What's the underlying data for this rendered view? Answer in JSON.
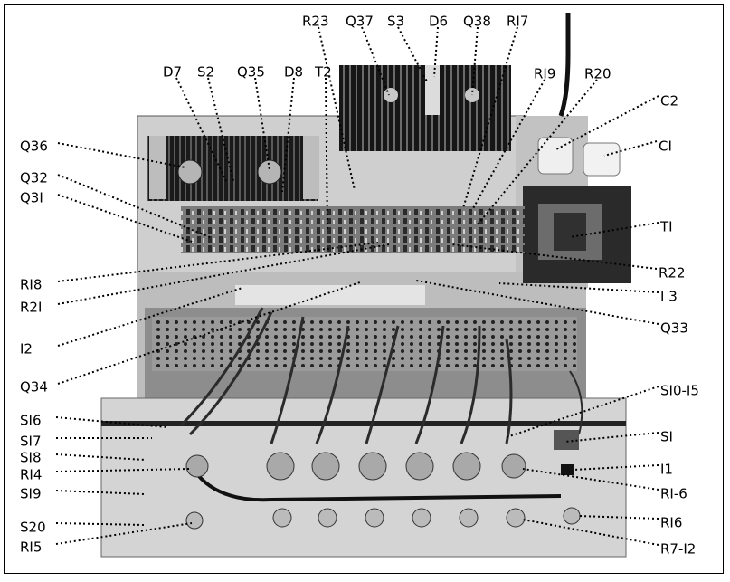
{
  "figure": {
    "labels": [
      {
        "id": "R23",
        "text": "R23"
      },
      {
        "id": "Q37",
        "text": "Q37"
      },
      {
        "id": "S3",
        "text": "S3"
      },
      {
        "id": "D6",
        "text": "D6"
      },
      {
        "id": "Q38",
        "text": "Q38"
      },
      {
        "id": "R17",
        "text": "RI7"
      },
      {
        "id": "R19",
        "text": "RI9"
      },
      {
        "id": "R20",
        "text": "R20"
      },
      {
        "id": "D7",
        "text": "D7"
      },
      {
        "id": "S2",
        "text": "S2"
      },
      {
        "id": "Q35",
        "text": "Q35"
      },
      {
        "id": "D8",
        "text": "D8"
      },
      {
        "id": "T2",
        "text": "T2"
      },
      {
        "id": "C2",
        "text": "C2"
      },
      {
        "id": "C1",
        "text": "CI"
      },
      {
        "id": "Q36",
        "text": "Q36"
      },
      {
        "id": "Q32",
        "text": "Q32"
      },
      {
        "id": "Q31",
        "text": "Q3I"
      },
      {
        "id": "T1",
        "text": "TI"
      },
      {
        "id": "R18",
        "text": "RI8"
      },
      {
        "id": "R22",
        "text": "R22"
      },
      {
        "id": "R21",
        "text": "R2I"
      },
      {
        "id": "I3",
        "text": "I 3"
      },
      {
        "id": "I2",
        "text": "I2"
      },
      {
        "id": "Q33",
        "text": "Q33"
      },
      {
        "id": "Q34",
        "text": "Q34"
      },
      {
        "id": "S10-15",
        "text": "SI0-I5"
      },
      {
        "id": "S16",
        "text": "SI6"
      },
      {
        "id": "S1",
        "text": "SI"
      },
      {
        "id": "S17",
        "text": "SI7"
      },
      {
        "id": "S18",
        "text": "SI8"
      },
      {
        "id": "I1",
        "text": "I1"
      },
      {
        "id": "R14",
        "text": "RI4"
      },
      {
        "id": "R1-6",
        "text": "RI-6"
      },
      {
        "id": "S19",
        "text": "SI9"
      },
      {
        "id": "S20",
        "text": "S20"
      },
      {
        "id": "R16",
        "text": "RI6"
      },
      {
        "id": "R15",
        "text": "RI5"
      },
      {
        "id": "R7-12",
        "text": "R7-I2"
      }
    ]
  },
  "colors": {
    "background": "#ffffff",
    "ink": "#000000",
    "photo_dark": "#1e1e1e",
    "photo_mid": "#8a8a8a",
    "photo_light": "#d6d6d6"
  }
}
